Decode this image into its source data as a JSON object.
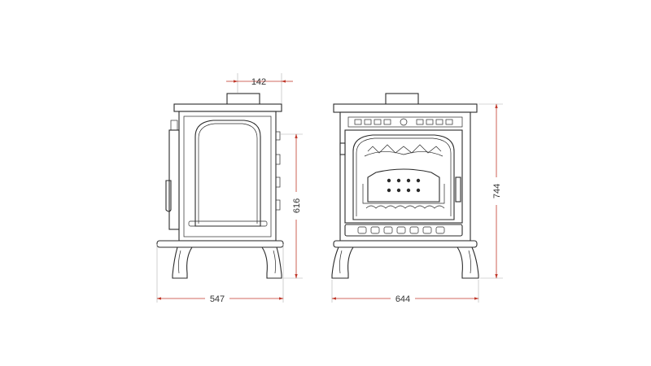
{
  "dimensions": {
    "flue_offset": "142",
    "side_height": "616",
    "side_depth": "547",
    "front_width": "644",
    "total_height": "744"
  },
  "colors": {
    "dimension_line": "#c0392b",
    "outline": "#2a2a2a",
    "background": "#ffffff"
  }
}
